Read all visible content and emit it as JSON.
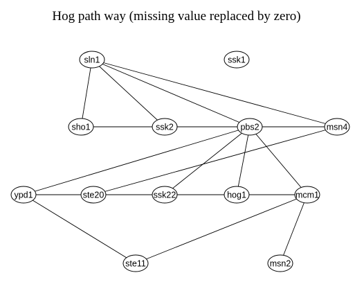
{
  "title": "Hog path way (missing value replaced by zero)",
  "colors": {
    "background": "#ffffff",
    "ink": "#000000"
  },
  "nodes": [
    {
      "id": "sln1",
      "label": "sln1"
    },
    {
      "id": "ssk1",
      "label": "ssk1"
    },
    {
      "id": "sho1",
      "label": "sho1"
    },
    {
      "id": "ssk2",
      "label": "ssk2"
    },
    {
      "id": "pbs2",
      "label": "pbs2"
    },
    {
      "id": "msn4",
      "label": "msn4"
    },
    {
      "id": "ypd1",
      "label": "ypd1"
    },
    {
      "id": "ste20",
      "label": "ste20"
    },
    {
      "id": "ssk22",
      "label": "ssk22"
    },
    {
      "id": "hog1",
      "label": "hog1"
    },
    {
      "id": "mcm1",
      "label": "mcm1"
    },
    {
      "id": "ste11",
      "label": "ste11"
    },
    {
      "id": "msn2",
      "label": "msn2"
    }
  ],
  "edges": [
    [
      "sln1",
      "sho1"
    ],
    [
      "sln1",
      "ssk2"
    ],
    [
      "sln1",
      "pbs2"
    ],
    [
      "sln1",
      "msn4"
    ],
    [
      "sho1",
      "ssk2"
    ],
    [
      "ssk2",
      "pbs2"
    ],
    [
      "pbs2",
      "msn4"
    ],
    [
      "pbs2",
      "ypd1"
    ],
    [
      "pbs2",
      "ssk22"
    ],
    [
      "pbs2",
      "hog1"
    ],
    [
      "pbs2",
      "mcm1"
    ],
    [
      "msn4",
      "ste20"
    ],
    [
      "ypd1",
      "ste20"
    ],
    [
      "ste20",
      "ssk22"
    ],
    [
      "ssk22",
      "hog1"
    ],
    [
      "hog1",
      "mcm1"
    ],
    [
      "ypd1",
      "ste11"
    ],
    [
      "mcm1",
      "ste11"
    ],
    [
      "mcm1",
      "msn2"
    ]
  ]
}
